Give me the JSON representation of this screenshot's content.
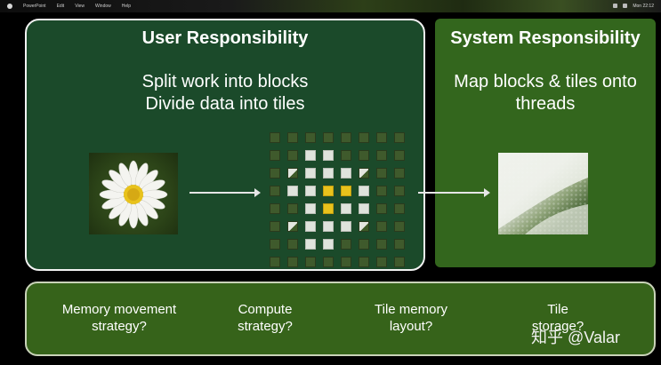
{
  "menubar": {
    "items": [
      "PowerPoint",
      "Edit",
      "View",
      "Window",
      "Help"
    ],
    "clock": "Mon 22:12"
  },
  "user_panel": {
    "title": "User Responsibility",
    "line1": "Split work into blocks",
    "line2": "Divide data into tiles"
  },
  "system_panel": {
    "title": "System Responsibility",
    "line1": "Map blocks & tiles onto",
    "line2": "threads"
  },
  "questions": [
    {
      "line1": "Memory movement",
      "line2": "strategy?"
    },
    {
      "line1": "Compute",
      "line2": "strategy?"
    },
    {
      "line1": "Tile memory",
      "line2": "layout?"
    },
    {
      "line1": "Tile",
      "line2": "storage?"
    }
  ],
  "watermark": "知乎 @Valar",
  "colors": {
    "user_panel_bg": "#1b4a2a",
    "system_panel_bg": "#33661d",
    "bottom_panel_bg": "#36631a",
    "flower_center": "#e8c21c"
  },
  "icons": [
    "daisy-image",
    "tile-grid-image",
    "threads-image",
    "arrow-right-icon"
  ]
}
